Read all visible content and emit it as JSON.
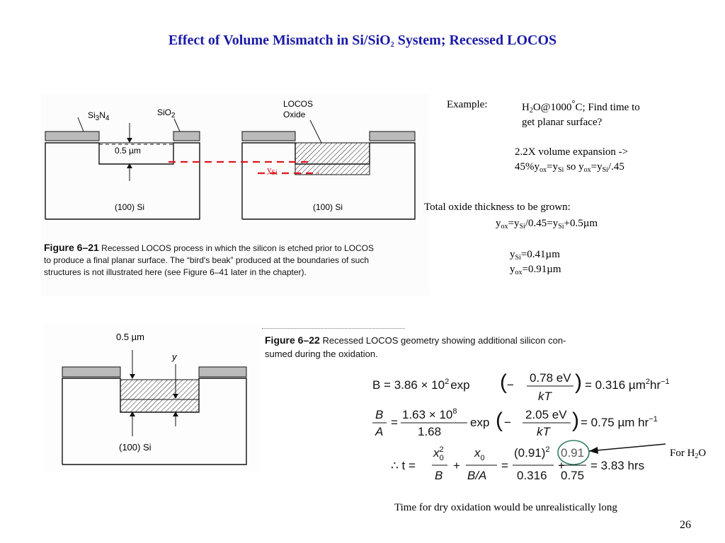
{
  "slide": {
    "title_pre": "Effect of Volume Mismatch in Si/SiO",
    "title_sub": "2",
    "title_post": " System; Recessed LOCOS",
    "page_number": "26"
  },
  "example": {
    "label": "Example:",
    "line1_a": "H",
    "line1_sub": "2",
    "line1_b": "O@1000",
    "line1_deg": "°",
    "line1_c": "C; Find time to",
    "line2": "get planar surface?",
    "exp_line1": "2.2X volume expansion ->",
    "exp_a": "45%y",
    "exp_sub_ox": "ox",
    "exp_eq": "=y",
    "exp_sub_si": "Si",
    "exp_so": " so y",
    "exp_sub_ox2": "ox",
    "exp_eq2": "=y",
    "exp_sub_si2": "Si",
    "exp_end": "/.45"
  },
  "total": {
    "line1": "Total oxide thickness to be grown:",
    "f_y": "y",
    "f_ox": "ox",
    "f_eq": "=y",
    "f_si": "Si",
    "f_mid": "/0.45=y",
    "f_si2": "Si",
    "f_end": "+0.5µm"
  },
  "results": {
    "y": "y",
    "si": "Si",
    "si_val": "=0.41µm",
    "ox": "ox",
    "ox_val": "=0.91µm"
  },
  "figure1": {
    "si3n4": "Si",
    "si3n4_sub": "3",
    "si3n4_n": "N",
    "si3n4_sub2": "4",
    "sio2": "SiO",
    "sio2_sub": "2",
    "depth": "0.5 µm",
    "locos1": "LOCOS",
    "locos2": "Oxide",
    "si_left": "(100) Si",
    "si_right": "(100) Si",
    "ysi": "y",
    "ysi_sub": "Si",
    "cap_label": "Figure 6–21",
    "cap_text1": "Recessed LOCOS process in which the silicon is etched prior to LOCOS",
    "cap_text2": "to produce a final planar surface. The “bird's beak” produced at the boundaries of such",
    "cap_text3": "structures is not illustrated here (see Figure 6–41 later in the chapter)."
  },
  "figure2": {
    "depth": "0.5 µm",
    "y": "y",
    "si": "(100) Si",
    "cap_label": "Figure 6–22",
    "cap_text1": "Recessed LOCOS geometry showing additional silicon con-",
    "cap_text2": "sumed during the oxidation."
  },
  "equations": {
    "b_eq": "B = 3.86 × 10² exp( − 0.78 eV / kT ) = 0.316 µm²hr⁻¹",
    "b_lhs": "B = 3.86 × 10",
    "b_exp": "2",
    "b_exp_word": "exp",
    "b_num": "0.78 eV",
    "b_den": "kT",
    "b_rhs": "= 0.316 µm",
    "b_rhs_sup": "2",
    "b_rhs_hr": "hr",
    "b_rhs_sup2": "−1",
    "ba_num": "B",
    "ba_den": "A",
    "ba_eq": "=",
    "ba_frac_num": "1.63 × 10",
    "ba_frac_sup": "8",
    "ba_frac_den": "1.68",
    "ba_exp_word": "exp",
    "ba_num2": "2.05 eV",
    "ba_den2": "kT",
    "ba_rhs": "= 0.75 µm hr",
    "ba_rhs_sup": "−1",
    "t_lhs": "∴ t =",
    "t_f1_num": "x",
    "t_f1_sup": "2",
    "t_f1_sub": "0",
    "t_f1_den": "B",
    "t_plus": "+",
    "t_f2_num": "x",
    "t_f2_sub": "0",
    "t_f2_den": "B/A",
    "t_eq": "=",
    "t_f3_num": "(0.91)",
    "t_f3_sup": "2",
    "t_f3_den": "0.316",
    "t_plus2": "+",
    "t_f4_num": "0.91",
    "t_f4_den": "0.75",
    "t_rhs": "= 3.83 hrs"
  },
  "annotations": {
    "for_h2o_a": "For H",
    "for_h2o_sub": "2",
    "for_h2o_b": "O",
    "dry_note": "Time for dry oxidation would be unrealistically long"
  },
  "colors": {
    "title": "#1a1aa6",
    "dashed": "#e0141e",
    "circle": "#2e7d5b"
  }
}
